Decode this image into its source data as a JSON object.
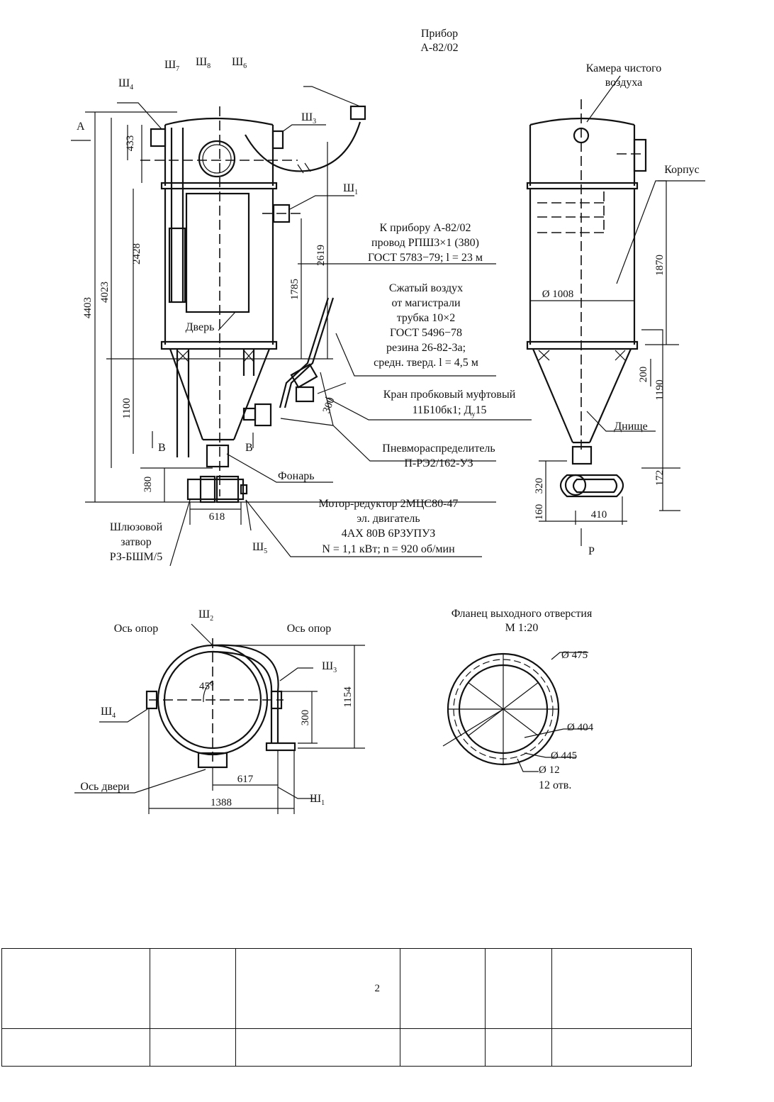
{
  "labels": {
    "device_title": "Прибор",
    "device_model": "А-82/02",
    "clean_air_l1": "Камера чистого",
    "clean_air_l2": "воздуха",
    "housing": "Корпус",
    "door": "Дверь",
    "bottom": "Днище",
    "lantern": "Фонарь",
    "view_a": "А",
    "view_b": "В",
    "view_r": "Р",
    "sh1": "Ш",
    "sh1_sub": "1",
    "sh2": "Ш",
    "sh2_sub": "2",
    "sh3": "Ш",
    "sh3_sub": "3",
    "sh4": "Ш",
    "sh4_sub": "4",
    "sh5": "Ш",
    "sh5_sub": "5",
    "sh6": "Ш",
    "sh6_sub": "6",
    "sh7": "Ш",
    "sh7_sub": "7",
    "sh8": "Ш",
    "sh8_sub": "8",
    "wire_l1": "К прибору А-82/02",
    "wire_l2": "провод РПШ3×1 (380)",
    "wire_l3": "ГОСТ 5783−79; l = 23 м",
    "air_l1": "Сжатый воздух",
    "air_l2": "от магистрали",
    "air_l3": "трубка 10×2",
    "air_l4": "ГОСТ 5496−78",
    "air_l5": "резина 26-82-3а;",
    "air_l6": "средн. тверд. l = 4,5 м",
    "valve_l1": "Кран пробковый муфтовый",
    "valve_l2": "11Б10бк1; Д",
    "valve_l2_sub": "у",
    "valve_l2_end": "15",
    "pneumo_l1": "Пневмораспределитель",
    "pneumo_l2": "П-РЭ2/162-УЗ",
    "motor_l1": "Мотор-редуктор 2МЦС80-47",
    "motor_l2": "эл. двигатель",
    "motor_l3": "4АХ 80В 6РЗУПУЗ",
    "motor_l4": "N = 1,1 кВт; n = 920 об/мин",
    "gate_l1": "Шлюзовой",
    "gate_l2": "затвор",
    "gate_l3": "РЗ-БШМ/5",
    "support_axis": "Ось опор",
    "door_axis": "Ось двери",
    "flange_l1": "Фланец выходного отверстия",
    "flange_l2": "М 1:20",
    "holes": "12 отв.",
    "angle": "45°"
  },
  "dims": {
    "d4403": "4403",
    "d4023": "4023",
    "d433": "433",
    "d2428": "2428",
    "d2619": "2619",
    "d1785": "1785",
    "d1100": "1100",
    "d380": "380",
    "d618": "618",
    "d300a": "300",
    "d1008": "Ø 1008",
    "d1870": "1870",
    "d1190": "1190",
    "d200": "200",
    "d320": "320",
    "d172": "172",
    "d160": "160",
    "d410": "410",
    "d1154": "1154",
    "d300b": "300",
    "d617": "617",
    "d1388": "1388",
    "d475": "Ø 475",
    "d404": "Ø 404",
    "d445": "Ø 445",
    "d12": "Ø 12"
  },
  "table": {
    "rows": [
      [
        "",
        "",
        "2",
        "",
        "",
        ""
      ],
      [
        "",
        "",
        "",
        "",
        "",
        ""
      ]
    ]
  }
}
